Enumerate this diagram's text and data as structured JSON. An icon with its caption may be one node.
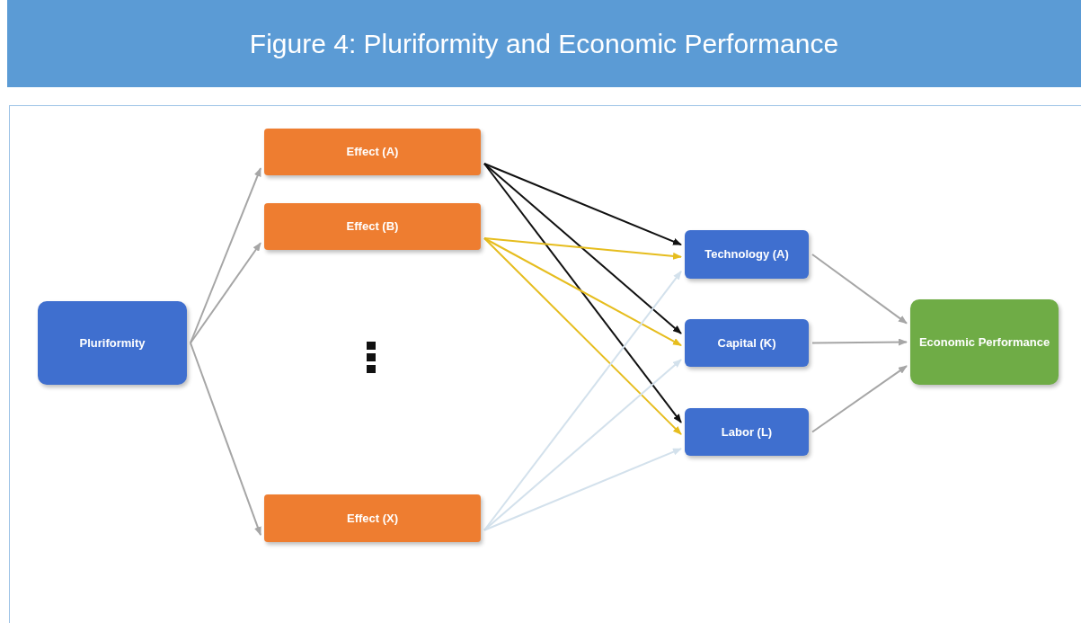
{
  "diagram": {
    "title": "Figure 4: Pluriformity and Economic Performance",
    "nodes": [
      {
        "text": [
          "Pluriformity"
        ]
      },
      {
        "text": [
          "Effect (A)"
        ]
      },
      {
        "text": [
          "Effect (B)"
        ]
      },
      {
        "text": [
          "Effect (X)"
        ]
      },
      {
        "text": [
          "Technology (A)"
        ]
      },
      {
        "text": [
          "Capital (K)"
        ]
      },
      {
        "text": [
          "Labor (L)"
        ]
      },
      {
        "text": [
          "Economic Performance"
        ]
      }
    ],
    "edges": [
      {
        "from": 0,
        "to": 1,
        "arrow": "to"
      },
      {
        "from": 0,
        "to": 2,
        "arrow": "to"
      },
      {
        "from": 0,
        "to": 3,
        "arrow": "to"
      },
      {
        "from": 1,
        "to": 4,
        "arrow": "to",
        "color": "#111111"
      },
      {
        "from": 1,
        "to": 5,
        "arrow": "to",
        "color": "#111111"
      },
      {
        "from": 1,
        "to": 6,
        "arrow": "to",
        "color": "#111111"
      },
      {
        "from": 2,
        "to": 4,
        "arrow": "to",
        "color": "#e6bd1e"
      },
      {
        "from": 2,
        "to": 5,
        "arrow": "to",
        "color": "#e6bd1e"
      },
      {
        "from": 2,
        "to": 6,
        "arrow": "to",
        "color": "#e6bd1e"
      },
      {
        "from": 3,
        "to": 4,
        "arrow": "to",
        "color": "#d3e1ec"
      },
      {
        "from": 3,
        "to": 5,
        "arrow": "to",
        "color": "#d3e1ec"
      },
      {
        "from": 3,
        "to": 6,
        "arrow": "to",
        "color": "#d3e1ec"
      },
      {
        "from": 4,
        "to": 7,
        "arrow": "to"
      },
      {
        "from": 5,
        "to": 7,
        "arrow": "to"
      },
      {
        "from": 6,
        "to": 7,
        "arrow": "to"
      }
    ]
  }
}
